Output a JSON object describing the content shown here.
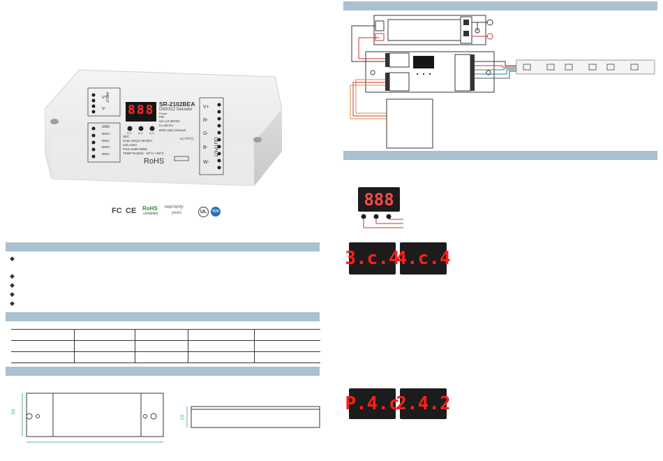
{
  "product": {
    "model": "SR-2102BEA",
    "subtitle": "DMX512 Decoder",
    "display_digits": "888",
    "power_label": "Power",
    "input_side": "INPUT",
    "output_side": "OUTPUT",
    "input_terminals": [
      "V+",
      "V-"
    ],
    "dmx_terminals": [
      "GND",
      "DMX+",
      "DMX-",
      "DMX+",
      "DMX-"
    ],
    "output_terminals": [
      "V+",
      "R-",
      "G-",
      "B-",
      "W-"
    ],
    "button_labels": [
      "D-1",
      "D-2",
      "D-3"
    ],
    "spec_lines": [
      "PRI",
      "Uin=12-36VDC",
      "Io=4x2.5A"
    ],
    "sec_lines": [
      "SEC",
      "Uout=Vin(12-36V)DC",
      "Iout=4x6A",
      "Pout=4x96-288W",
      "TEMP RANGE: -20°C~+50°C"
    ],
    "channel_note": "DMX start Channel",
    "temp_note": "tc(+75°C)",
    "cert_text": "RoHS"
  },
  "logos": {
    "fcc": "FC",
    "ce": "CE",
    "rohs": "RoHS",
    "rohs_sub": "compliant",
    "warranty_line1": "warranty",
    "warranty_line2": "years",
    "ul": "UL",
    "tuv": "TÜV"
  },
  "displays": {
    "main": "888",
    "a1": "3.c.4",
    "a2": "4.c.4",
    "b1": "P.4.c",
    "b2": "2.4.2"
  },
  "dimensions": {
    "height": "59",
    "depth": "29"
  },
  "colors": {
    "section_bar": "#a9c1d0",
    "led_red": "#ff1f1a",
    "wire_red": "#d0312d",
    "wire_orange": "#d98a3a",
    "wire_green": "#2e8b57",
    "wire_blue": "#2f6fb5",
    "dim_teal": "#4fb3a9"
  }
}
